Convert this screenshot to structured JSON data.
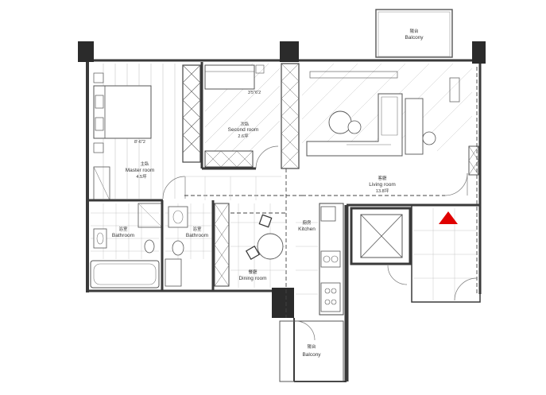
{
  "labels": {
    "balcony_top_cn": "陽台",
    "balcony_top_en": "Balcony",
    "master_cn": "主臥",
    "master_en": "Master room",
    "master_area": "4.5坪",
    "master_dim": "8'-6\"2",
    "second_cn": "次臥",
    "second_en": "Second room",
    "second_area": "2.6坪",
    "second_dim": "3'5\"6'2",
    "living_cn": "客廳",
    "living_en": "Living room",
    "living_area": "13.8坪",
    "bath1_cn": "浴室",
    "bath1_en": "Bathroom",
    "bath2_cn": "浴室",
    "bath2_en": "Bathroom",
    "kitchen_cn": "廚房",
    "kitchen_en": "Kitchen",
    "dining_cn": "餐廳",
    "dining_en": "Dining room",
    "balcony_bottom_cn": "陽台",
    "balcony_bottom_en": "Balcony"
  },
  "colors": {
    "wall": "#3a3a3a",
    "column": "#2b2b2b",
    "line": "#555555",
    "marker": "#e00000"
  },
  "marker": {
    "icon": "north-arrow-marker"
  }
}
